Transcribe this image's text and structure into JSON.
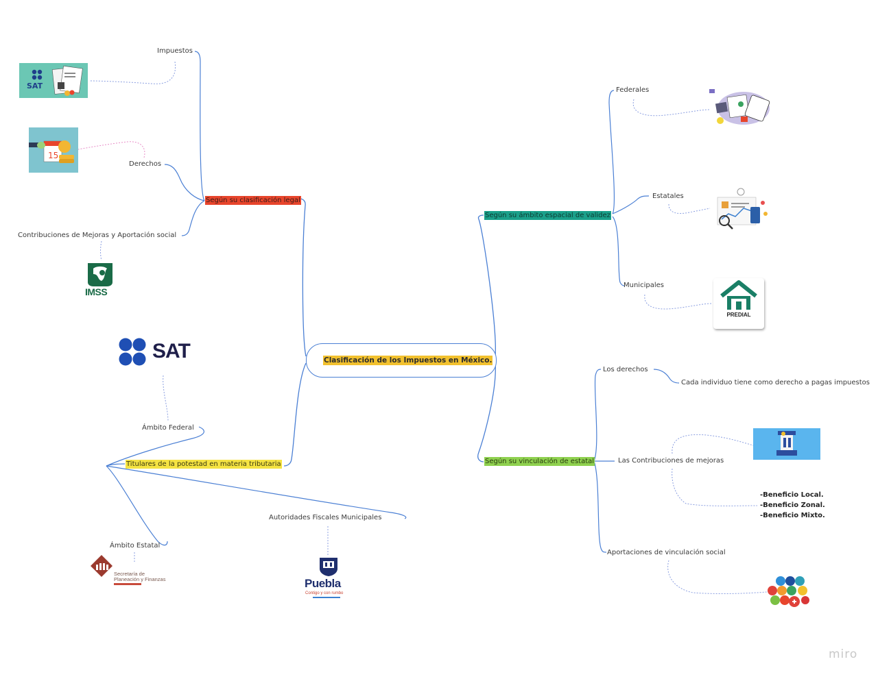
{
  "central": "Clasificación de los Impuestos en México.",
  "branches": {
    "legal": "Según su clasificación legal",
    "ambito": "Según su ámbito espacial de validez",
    "titulares": "Titulares de la potestad en materia tributaria",
    "vinculacion": "Según su vinculación de estatal"
  },
  "legal_items": {
    "impuestos": "Impuestos",
    "derechos": "Derechos",
    "contribuciones": "Contribuciones de Mejoras y Aportación social"
  },
  "ambito_items": {
    "federales": "Federales",
    "estatales": "Estatales",
    "municipales": "Municipales"
  },
  "titulares_items": {
    "federal": "Ámbito Federal",
    "estatal": "Ámbito Estatal",
    "municipales": "Autoridades Fiscales  Municipales"
  },
  "vinculacion_items": {
    "derechos": "Los derechos",
    "derechos_note": "Cada individuo tiene como derecho a pagas impuestos",
    "contribuciones": "Las Contribuciones de mejoras",
    "aportaciones": "Aportaciones de vinculación social",
    "beneficios": [
      "-Beneficio Local.",
      "-Beneficio Zonal.",
      "-Beneficio Mixto."
    ]
  },
  "logos": {
    "sat_small": "SAT",
    "sat_big": "SAT",
    "imss": "IMSS",
    "predial": "PREDIAL",
    "calendar_day": "15",
    "spf_line1": "Secretaría de",
    "spf_line2": "Planeación y Finanzas",
    "puebla": "Puebla",
    "puebla_sub": "Contigo y con rumbo"
  },
  "watermark": "miro",
  "colors": {
    "connector": "#4a7fd4",
    "dotted_connector": "#8a9ee0",
    "pink_connector": "#e88ec8",
    "red_highlight": "#e8452c",
    "teal_highlight": "#1aa08a",
    "yellow_highlight": "#f5e342",
    "green_highlight": "#8fd14f",
    "central_highlight": "#f2c12e"
  }
}
